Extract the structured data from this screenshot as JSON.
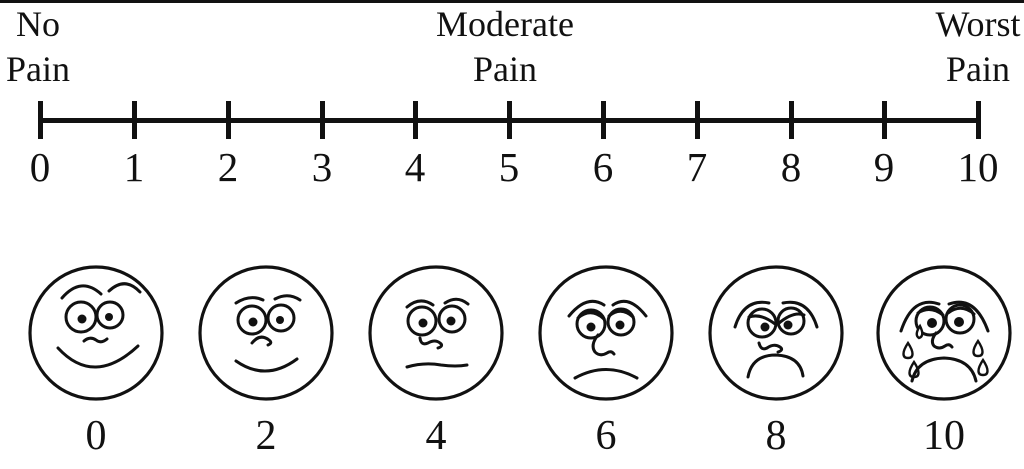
{
  "scale": {
    "left_label": {
      "line1": "No",
      "line2": "Pain"
    },
    "center_label": {
      "line1": "Moderate",
      "line2": "Pain"
    },
    "right_label": {
      "line1": "Worst",
      "line2": "Pain"
    },
    "ticks": [
      "0",
      "1",
      "2",
      "3",
      "4",
      "5",
      "6",
      "7",
      "8",
      "9",
      "10"
    ],
    "min": 0,
    "max": 10
  },
  "faces": [
    {
      "value": "0",
      "icon": "smiling-face-icon"
    },
    {
      "value": "2",
      "icon": "slightly-smiling-face-icon"
    },
    {
      "value": "4",
      "icon": "neutral-face-icon"
    },
    {
      "value": "6",
      "icon": "concerned-face-icon"
    },
    {
      "value": "8",
      "icon": "frowning-face-icon"
    },
    {
      "value": "10",
      "icon": "crying-face-icon"
    }
  ],
  "colors": {
    "ink": "#111111",
    "background": "#ffffff"
  }
}
